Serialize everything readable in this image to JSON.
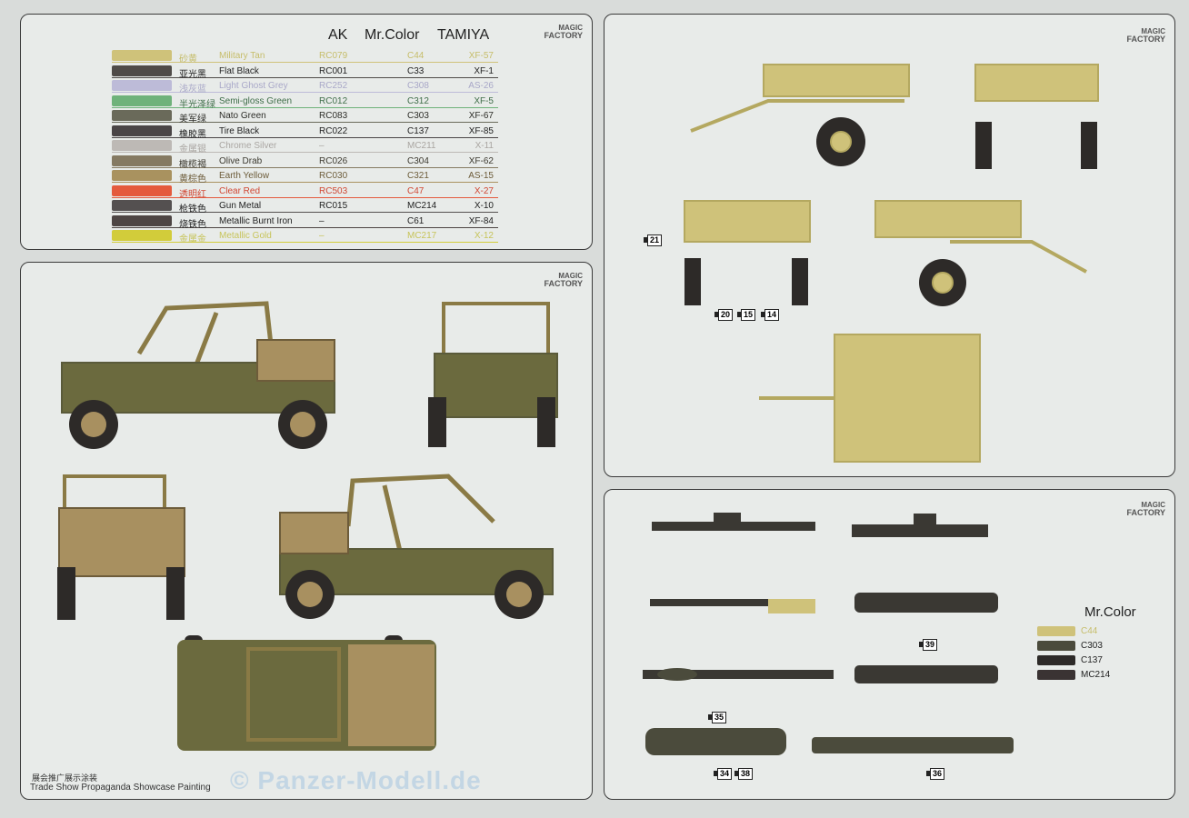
{
  "logo": {
    "line1": "MAGIC",
    "line2": "FACTORY"
  },
  "paint_table": {
    "headers": [
      "AK",
      "Mr.Color",
      "TAMIYA"
    ],
    "rows": [
      {
        "zh": "砂黄",
        "name": "Military Tan",
        "ak": "RC079",
        "mr": "C44",
        "tamiya": "XF-57",
        "color": "#cfc27a",
        "text": "#c6bd6a"
      },
      {
        "zh": "亚光黑",
        "name": "Flat Black",
        "ak": "RC001",
        "mr": "C33",
        "tamiya": "XF-1",
        "color": "#4f4b48",
        "text": "#222"
      },
      {
        "zh": "浅灰蓝",
        "name": "Light Ghost Grey",
        "ak": "RC252",
        "mr": "C308",
        "tamiya": "AS-26",
        "color": "#bdbbd8",
        "text": "#a9a8c8"
      },
      {
        "zh": "半光泽绿",
        "name": "Semi-gloss Green",
        "ak": "RC012",
        "mr": "C312",
        "tamiya": "XF-5",
        "color": "#6fb27a",
        "text": "#3f6e49"
      },
      {
        "zh": "美军绿",
        "name": "Nato Green",
        "ak": "RC083",
        "mr": "C303",
        "tamiya": "XF-67",
        "color": "#6a6a5a",
        "text": "#2d2d28"
      },
      {
        "zh": "橡胶黑",
        "name": "Tire Black",
        "ak": "RC022",
        "mr": "C137",
        "tamiya": "XF-85",
        "color": "#4a4546",
        "text": "#1e1e1e"
      },
      {
        "zh": "金属银",
        "name": "Chrome Silver",
        "ak": "–",
        "mr": "MC211",
        "tamiya": "X-11",
        "color": "#bdb9b5",
        "text": "#aaa6a2"
      },
      {
        "zh": "橄榄褐",
        "name": "Olive Drab",
        "ak": "RC026",
        "mr": "C304",
        "tamiya": "XF-62",
        "color": "#857a62",
        "text": "#3d3a30"
      },
      {
        "zh": "黄棕色",
        "name": "Earth Yellow",
        "ak": "RC030",
        "mr": "C321",
        "tamiya": "AS-15",
        "color": "#a9925f",
        "text": "#6d5c3a"
      },
      {
        "zh": "透明红",
        "name": "Clear Red",
        "ak": "RC503",
        "mr": "C47",
        "tamiya": "X-27",
        "color": "#e45a3d",
        "text": "#d14632"
      },
      {
        "zh": "枪铁色",
        "name": "Gun Metal",
        "ak": "RC015",
        "mr": "MC214",
        "tamiya": "X-10",
        "color": "#545050",
        "text": "#222"
      },
      {
        "zh": "烧铁色",
        "name": "Metallic Burnt Iron",
        "ak": "–",
        "mr": "C61",
        "tamiya": "XF-84",
        "color": "#4d4543",
        "text": "#222"
      },
      {
        "zh": "金属金",
        "name": "Metallic Gold",
        "ak": "–",
        "mr": "MC217",
        "tamiya": "X-12",
        "color": "#d2cc3a",
        "text": "#c7c45a"
      }
    ]
  },
  "caption": {
    "zh": "展会推广展示涂装",
    "en": "Trade Show Propaganda Showcase Painting"
  },
  "watermark": "© Panzer-Modell.de",
  "trailer_parts": [
    "21",
    "20",
    "15",
    "14"
  ],
  "weapon_parts": [
    "39",
    "35",
    "34",
    "38",
    "36"
  ],
  "weapon_legend": {
    "title": "Mr.Color",
    "items": [
      {
        "label": "C44",
        "color": "#cfc27a"
      },
      {
        "label": "C303",
        "color": "#4b4b3c"
      },
      {
        "label": "C137",
        "color": "#2d2a28"
      },
      {
        "label": "MC214",
        "color": "#3a3333"
      }
    ]
  }
}
